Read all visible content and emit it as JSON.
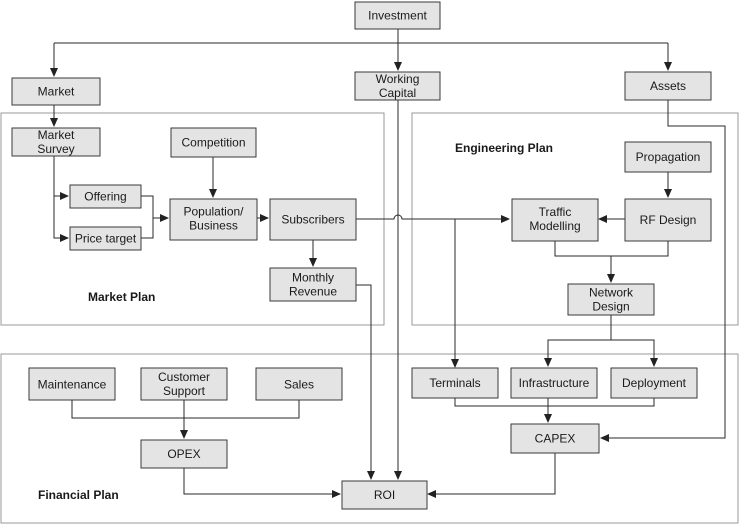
{
  "regions": {
    "market_plan": "Market Plan",
    "engineering_plan": "Engineering Plan",
    "financial_plan": "Financial Plan"
  },
  "nodes": {
    "investment": [
      "Investment"
    ],
    "market": [
      "Market"
    ],
    "working_capital": [
      "Working",
      "Capital"
    ],
    "assets": [
      "Assets"
    ],
    "market_survey": [
      "Market",
      "Survey"
    ],
    "competition": [
      "Competition"
    ],
    "offering": [
      "Offering"
    ],
    "price_target": [
      "Price target"
    ],
    "population_business": [
      "Population/",
      "Business"
    ],
    "subscribers": [
      "Subscribers"
    ],
    "monthly_revenue": [
      "Monthly",
      "Revenue"
    ],
    "propagation": [
      "Propagation"
    ],
    "traffic_modelling": [
      "Traffic",
      "Modelling"
    ],
    "rf_design": [
      "RF Design"
    ],
    "network_design": [
      "Network",
      "Design"
    ],
    "maintenance": [
      "Maintenance"
    ],
    "customer_support": [
      "Customer",
      "Support"
    ],
    "sales": [
      "Sales"
    ],
    "opex": [
      "OPEX"
    ],
    "terminals": [
      "Terminals"
    ],
    "infrastructure": [
      "Infrastructure"
    ],
    "deployment": [
      "Deployment"
    ],
    "capex": [
      "CAPEX"
    ],
    "roi": [
      "ROI"
    ]
  },
  "connections": [
    [
      "investment",
      "market"
    ],
    [
      "investment",
      "working_capital"
    ],
    [
      "investment",
      "assets"
    ],
    [
      "market",
      "market_survey"
    ],
    [
      "market_survey",
      "offering"
    ],
    [
      "market_survey",
      "price_target"
    ],
    [
      "offering",
      "population_business"
    ],
    [
      "price_target",
      "population_business"
    ],
    [
      "competition",
      "population_business"
    ],
    [
      "population_business",
      "subscribers"
    ],
    [
      "subscribers",
      "monthly_revenue"
    ],
    [
      "subscribers",
      "traffic_modelling"
    ],
    [
      "subscribers",
      "terminals"
    ],
    [
      "propagation",
      "rf_design"
    ],
    [
      "rf_design",
      "traffic_modelling"
    ],
    [
      "traffic_modelling",
      "network_design"
    ],
    [
      "rf_design",
      "network_design"
    ],
    [
      "network_design",
      "infrastructure"
    ],
    [
      "network_design",
      "deployment"
    ],
    [
      "terminals",
      "capex"
    ],
    [
      "infrastructure",
      "capex"
    ],
    [
      "deployment",
      "capex"
    ],
    [
      "assets",
      "capex"
    ],
    [
      "maintenance",
      "opex"
    ],
    [
      "customer_support",
      "opex"
    ],
    [
      "sales",
      "opex"
    ],
    [
      "opex",
      "roi"
    ],
    [
      "monthly_revenue",
      "roi"
    ],
    [
      "working_capital",
      "roi"
    ],
    [
      "capex",
      "roi"
    ]
  ]
}
